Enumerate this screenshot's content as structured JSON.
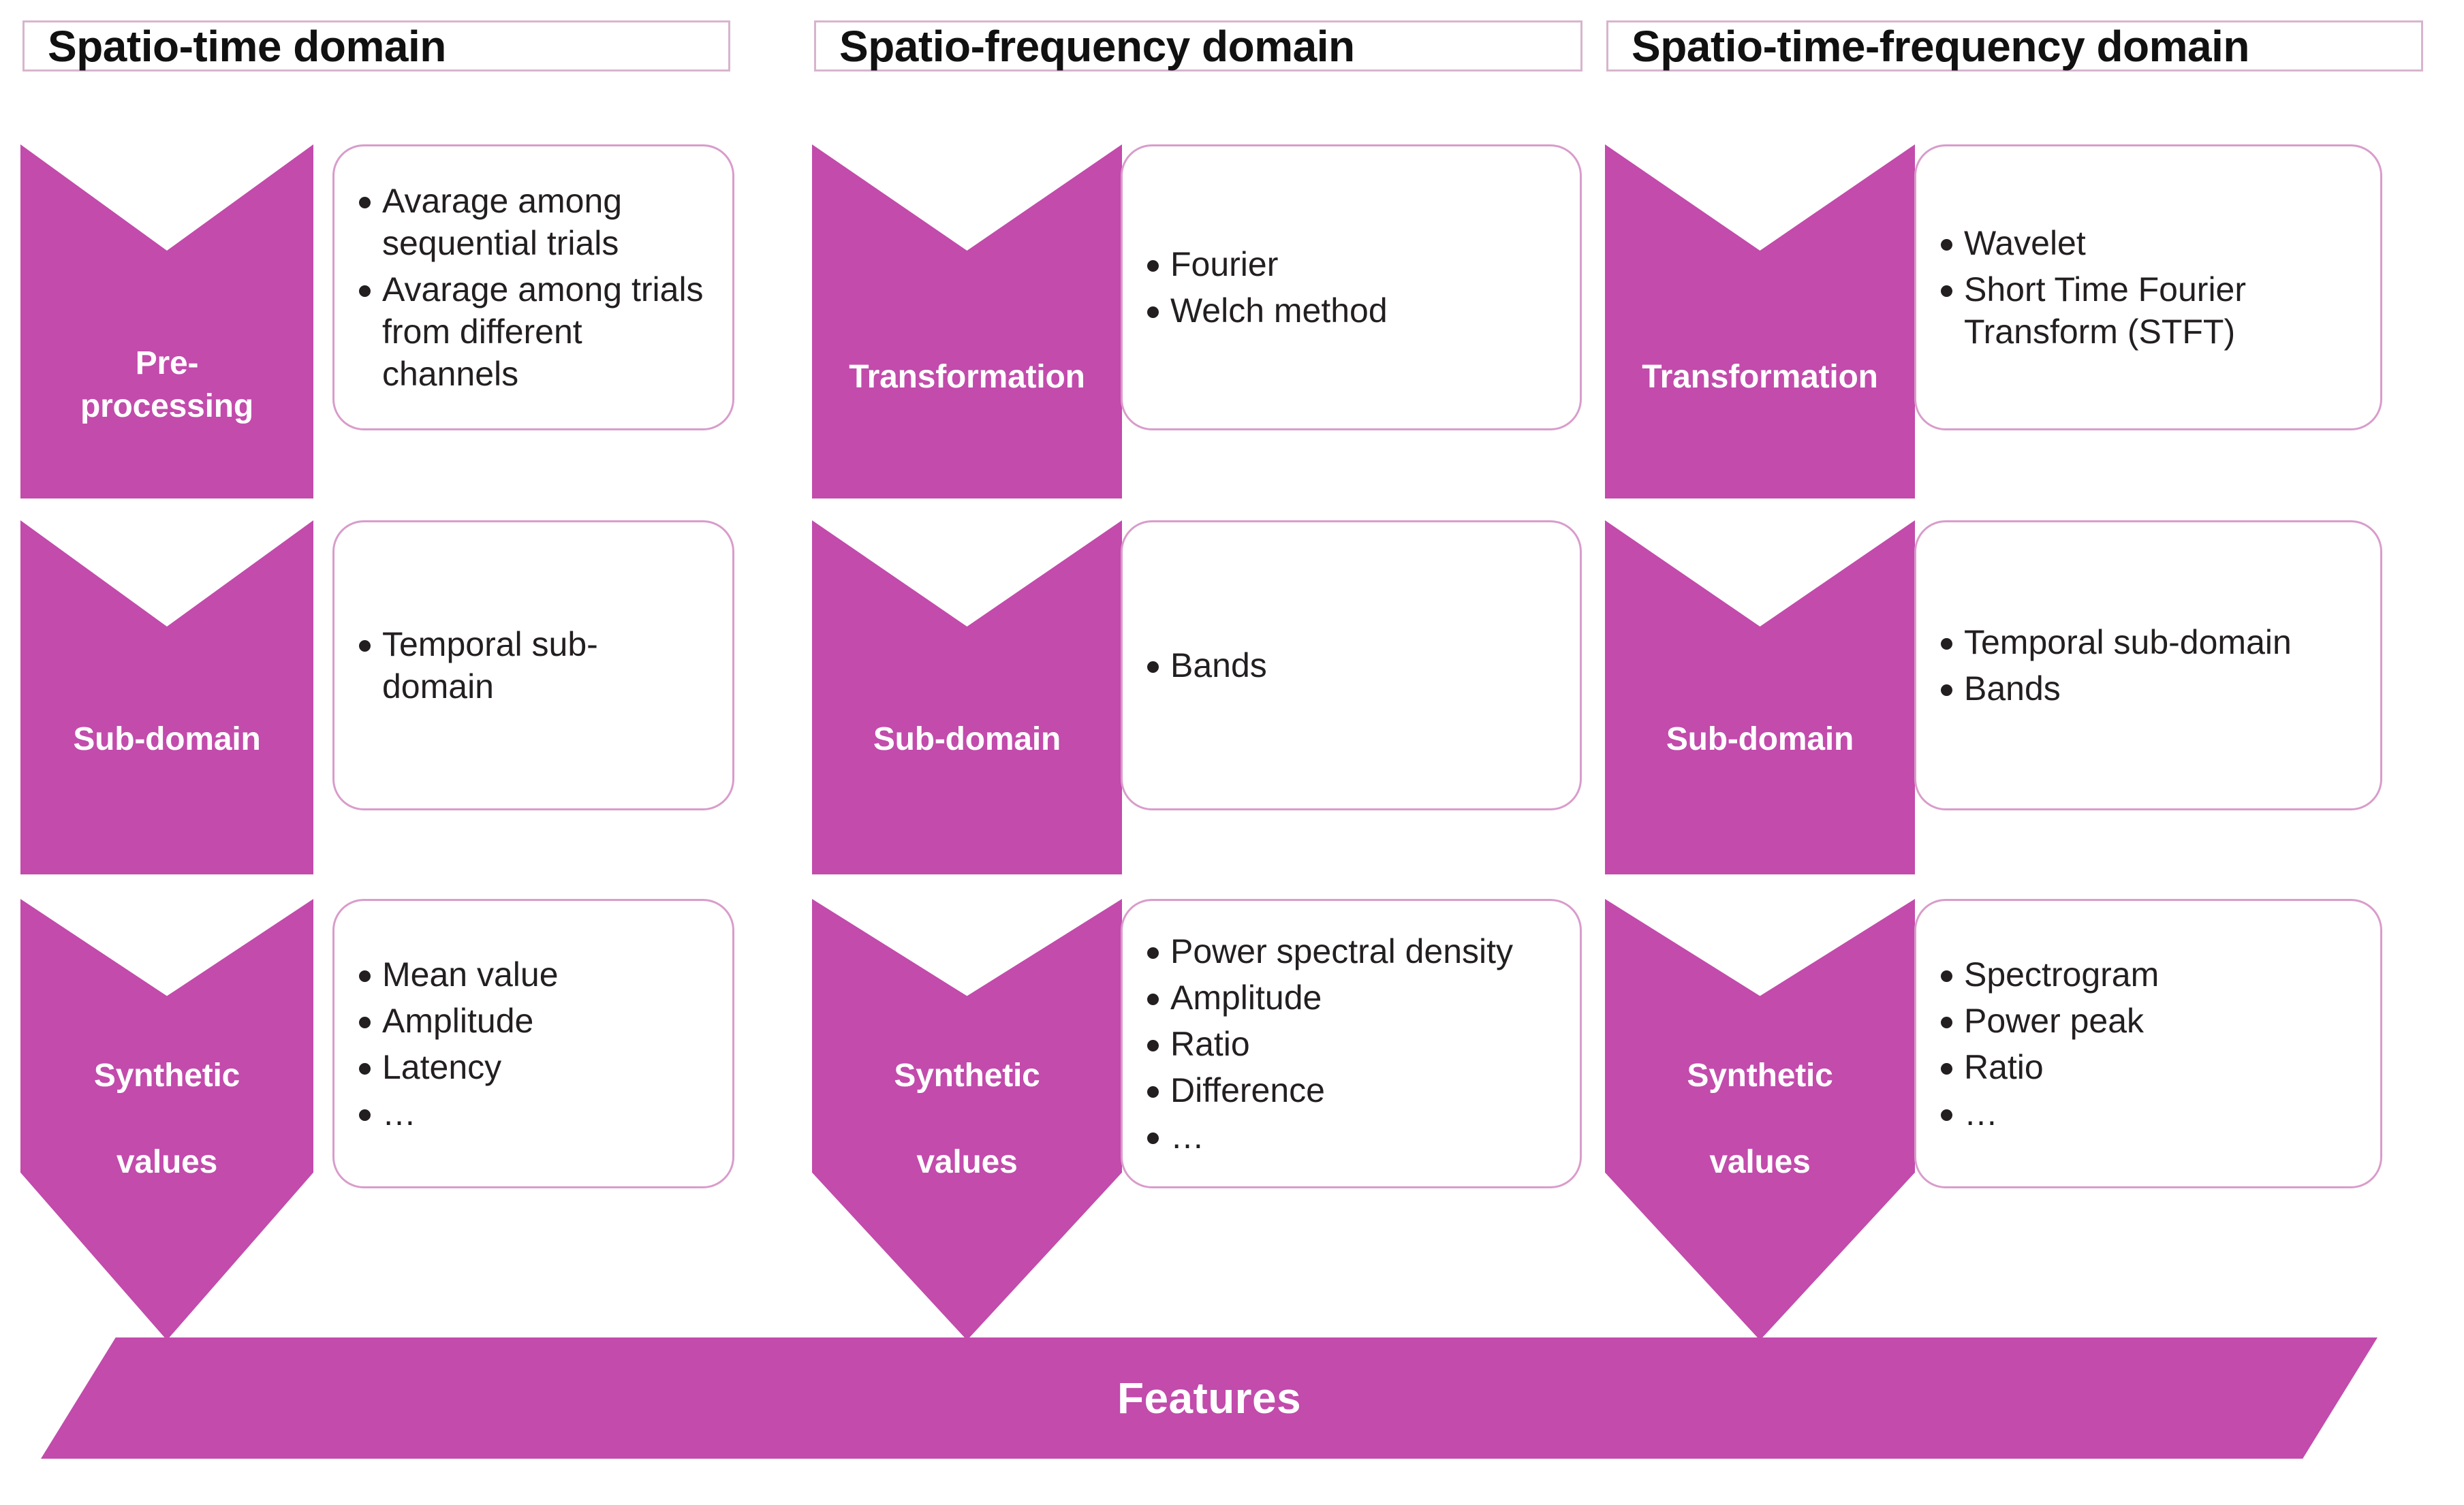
{
  "diagram": {
    "accent_color": "#C24BAC",
    "card_border_color": "#D99CCB",
    "header_border_color": "#D8B4CE",
    "columns": [
      {
        "header": "Spatio-time domain",
        "stages": [
          {
            "label": "Pre-\nprocessing",
            "label_line1": "Pre-",
            "label_line2": "processing",
            "items": [
              "Avarage among sequential trials",
              "Avarage among trials from different channels"
            ]
          },
          {
            "label": "Sub-domain",
            "label_line1": "Sub-domain",
            "label_line2": "",
            "items": [
              "Temporal sub-domain"
            ]
          },
          {
            "label": "Synthetic values",
            "label_line1": "Synthetic",
            "label_line2": "values",
            "items": [
              "Mean value",
              "Amplitude",
              "Latency",
              "…"
            ]
          }
        ]
      },
      {
        "header": "Spatio-frequency domain",
        "stages": [
          {
            "label": "Transformation",
            "label_line1": "Transformation",
            "label_line2": "",
            "items": [
              "Fourier",
              "Welch method"
            ]
          },
          {
            "label": "Sub-domain",
            "label_line1": "Sub-domain",
            "label_line2": "",
            "items": [
              "Bands"
            ]
          },
          {
            "label": "Synthetic values",
            "label_line1": "Synthetic",
            "label_line2": "values",
            "items": [
              "Power spectral density",
              "Amplitude",
              "Ratio",
              "Difference",
              "…"
            ]
          }
        ]
      },
      {
        "header": "Spatio-time-frequency domain",
        "stages": [
          {
            "label": "Transformation",
            "label_line1": "Transformation",
            "label_line2": "",
            "items": [
              "Wavelet",
              "Short Time Fourier Transform (STFT)"
            ]
          },
          {
            "label": "Sub-domain",
            "label_line1": "Sub-domain",
            "label_line2": "",
            "items": [
              "Temporal sub-domain",
              "Bands"
            ]
          },
          {
            "label": "Synthetic values",
            "label_line1": "Synthetic",
            "label_line2": "values",
            "items": [
              "Spectrogram",
              "Power peak",
              "Ratio",
              "…"
            ]
          }
        ]
      }
    ],
    "footer": {
      "label": "Features"
    }
  }
}
